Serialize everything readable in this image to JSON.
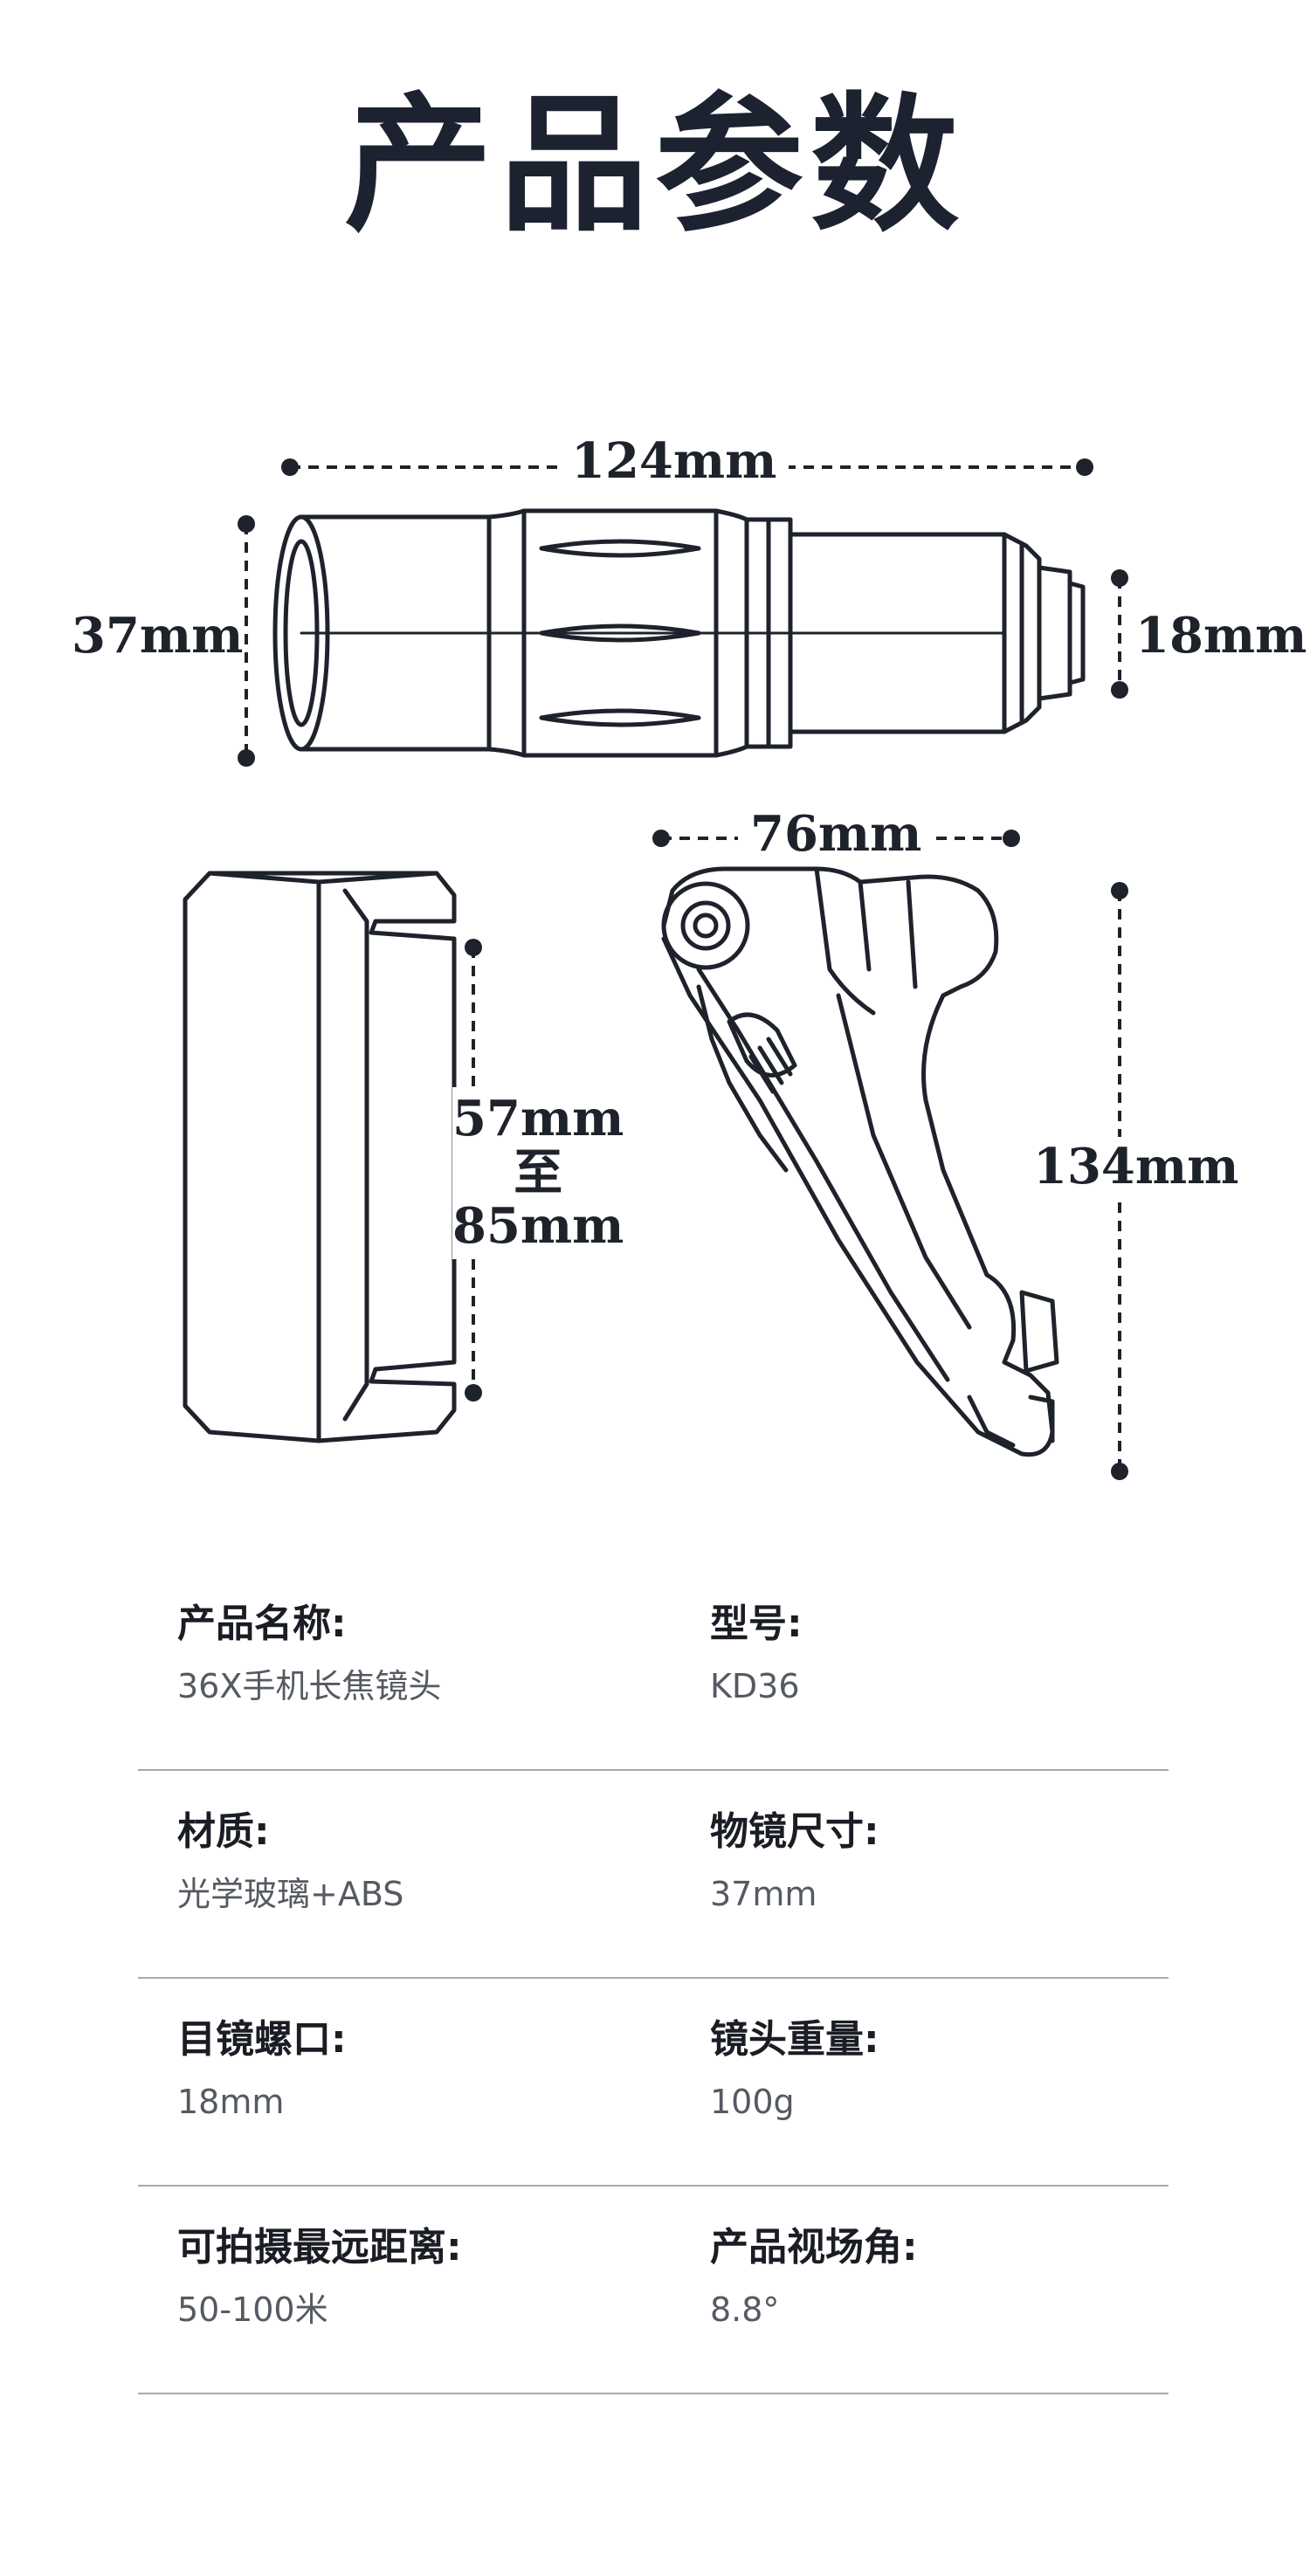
{
  "title": "产品参数",
  "dimensions": {
    "lens_length": "124mm",
    "objective_diameter": "37mm",
    "eyepiece_diameter": "18mm",
    "clip_width": "76mm",
    "clip_height": "134mm",
    "phone_range_min": "57mm",
    "phone_range_sep": "至",
    "phone_range_max": "85mm"
  },
  "specs": [
    {
      "left": {
        "label": "产品名称:",
        "value": "36X手机长焦镜头"
      },
      "right": {
        "label": "型号:",
        "value": "KD36"
      }
    },
    {
      "left": {
        "label": "材质:",
        "value": "光学玻璃+ABS"
      },
      "right": {
        "label": "物镜尺寸:",
        "value": "37mm"
      }
    },
    {
      "left": {
        "label": "目镜螺口:",
        "value": "18mm"
      },
      "right": {
        "label": "镜头重量:",
        "value": "100g"
      }
    },
    {
      "left": {
        "label": "可拍摄最远距离:",
        "value": "50-100米"
      },
      "right": {
        "label": "产品视场角:",
        "value": "8.8°"
      }
    }
  ]
}
